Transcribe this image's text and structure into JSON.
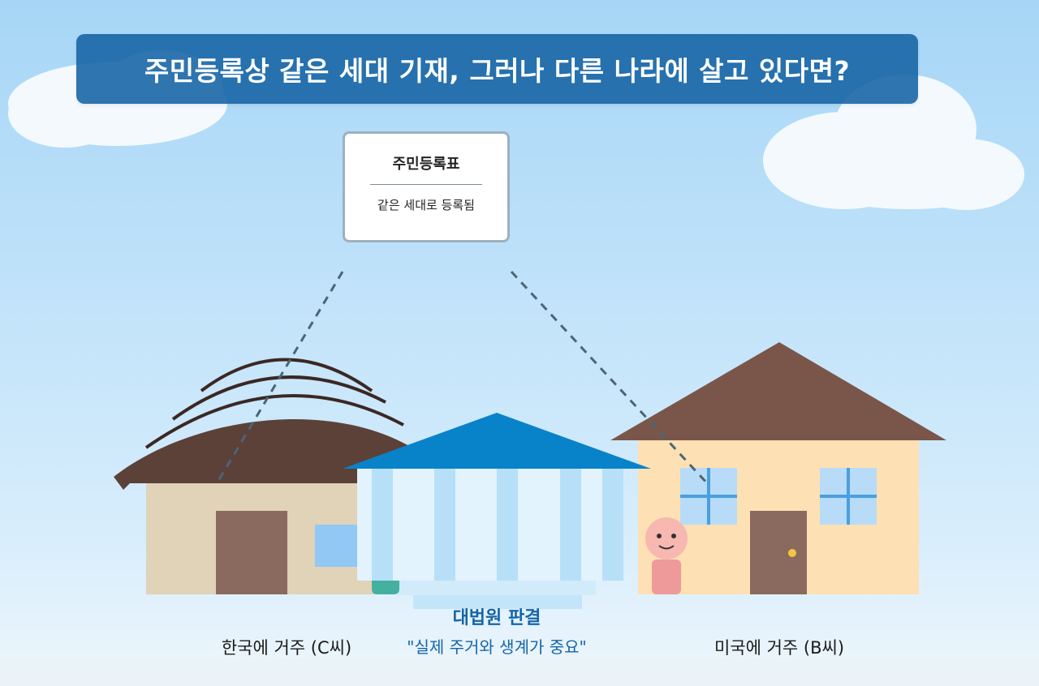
{
  "title": "주민등록상 같은 세대 기재, 그러나 다른 나라에 살고 있다면?",
  "registration_card": {
    "title": "주민등록표",
    "text": "같은 세대로 등록됨"
  },
  "houses": {
    "korea_label": "한국에 거주 (C씨)",
    "usa_label": "미국에 거주 (B씨)"
  },
  "court": {
    "title": "대법원 판결",
    "quote": "\"실제 주거와 생계가 중요\""
  },
  "colors": {
    "title_bg": "#1362a4",
    "court_text": "#1565a8",
    "court_roof": "#0883c9",
    "korea_roof": "#5b4138",
    "korea_wall": "#e0d3b8",
    "usa_roof": "#7a564a",
    "usa_wall": "#fde0b3",
    "door": "#8a6a5e",
    "window": "#b8dcf7",
    "window_frame": "#4a9fe0"
  }
}
